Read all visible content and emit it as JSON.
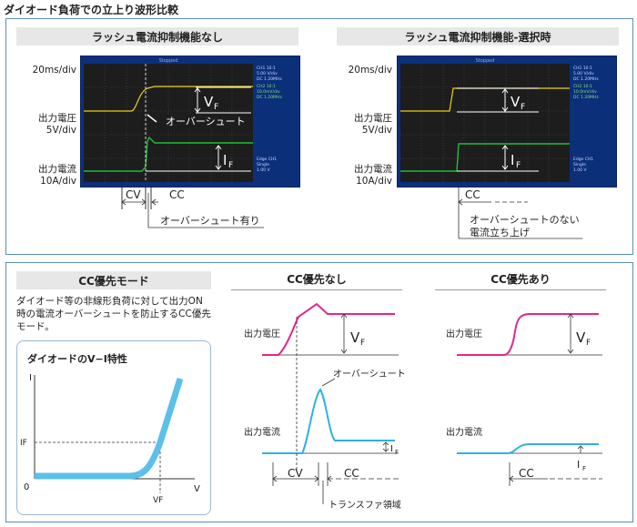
{
  "page_title": "ダイオード負荷での立上り波形比較",
  "top": {
    "left": {
      "header": "ラッシュ電流抑制機能なし",
      "time_div": "20ms/div",
      "voltage_label_1": "出力電圧",
      "voltage_label_2": "5V/div",
      "current_label_1": "出力電流",
      "current_label_2": "10A/div",
      "vf": "V",
      "vf_sub": "F",
      "if": "I",
      "if_sub": "F",
      "overshoot": "オーバーシュート",
      "cv": "CV",
      "cc": "CC",
      "overshoot_present": "オーバーシュート有り",
      "scope_title": "Stopped",
      "scope_ch1_1": "CH1 10:1",
      "scope_ch1_2": "5.00 V/div",
      "scope_ch1_3": "DC   1.20MHz",
      "scope_ch2_1": "CH2 10:1",
      "scope_ch2_2": "10.0mV/div",
      "scope_ch2_3": "DC   1.20MHz",
      "scope_trig_1": "Edge CH1",
      "scope_trig_2": "Single",
      "scope_trig_3": "1.00 V"
    },
    "right": {
      "header": "ラッシュ電流抑制機能-選択時",
      "time_div": "20ms/div",
      "voltage_label_1": "出力電圧",
      "voltage_label_2": "5V/div",
      "current_label_1": "出力電流",
      "current_label_2": "10A/div",
      "vf": "V",
      "vf_sub": "F",
      "if": "I",
      "if_sub": "F",
      "cc": "CC",
      "no_overshoot_1": "オーバーシュートのない",
      "no_overshoot_2": "電流立ち上げ",
      "scope_title": "Stopped",
      "scope_ch1_1": "CH1 10:1",
      "scope_ch1_2": "5.00 V/div",
      "scope_ch1_3": "DC   1.20MHz",
      "scope_ch2_1": "CH2 10:1",
      "scope_ch2_2": "10.0mV/div",
      "scope_ch2_3": "DC   1.20MHz",
      "scope_trig_1": "Edge CH1",
      "scope_trig_2": "Single",
      "scope_trig_3": "1.00 V"
    }
  },
  "bottom": {
    "mode_header": "CC優先モード",
    "desc_1": "ダイオード等の非線形負荷に対して出力ON",
    "desc_2": "時の電流オーバーシュートを防止するCC優先",
    "desc_3": "モード。",
    "vi": {
      "title": "ダイオードのV−I特性",
      "y_axis": "I",
      "x_axis": "V",
      "origin": "0",
      "if_label": "IF",
      "vf_label": "VF"
    },
    "cc_off": {
      "title": "CC優先なし",
      "voltage": "出力電圧",
      "current": "出力電流",
      "vf": "V",
      "vf_sub": "F",
      "if": "I",
      "if_sub": "F",
      "overshoot": "オーバーシュート",
      "cv": "CV",
      "cc": "CC",
      "transfer": "トランスファ領域"
    },
    "cc_on": {
      "title": "CC優先あり",
      "voltage": "出力電圧",
      "current": "出力電流",
      "vf": "V",
      "vf_sub": "F",
      "if": "I",
      "if_sub": "F",
      "cc": "CC"
    }
  },
  "colors": {
    "panel_border": "#5a8fb5",
    "header_bg": "#e7e7e7",
    "scope_bg": "#0c2f7a",
    "trace_yellow": "#e8d21a",
    "trace_green": "#1fbf3a",
    "voltage_magenta": "#e0288a",
    "current_cyan": "#2fb0e6",
    "vi_curve": "#5bc0ea"
  }
}
